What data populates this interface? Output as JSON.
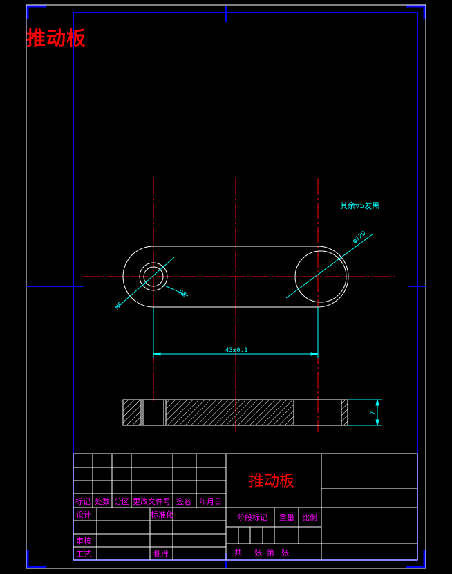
{
  "drawing_title": "推动板",
  "colors": {
    "background": "#000000",
    "border": "#0000ff",
    "corner_mark": "#0000ff",
    "outline": "#ffffff",
    "center_line": "#ff0000",
    "dimension": "#00ffff",
    "title_block_text": "#ff00ff",
    "title_red": "#ff0000"
  },
  "dimensions": {
    "thread": "M6",
    "radius": "R8",
    "slot_dia": "φ12D",
    "center_distance": "43±0.1",
    "thickness": "7",
    "surface_note": "其余▽5发黑"
  },
  "title_block": {
    "part_name": "推动板",
    "header_row": [
      "标记",
      "处数",
      "分区",
      "更改文件号",
      "签名",
      "年月日"
    ],
    "design_label": "设计",
    "standardization_label": "标准化",
    "review_label": "审核",
    "process_label": "工艺",
    "approve_label": "批准",
    "stage_mark_label": "阶段标记",
    "weight_label": "重量",
    "scale_label": "比例",
    "sheets_total": "共",
    "sheet_unit": "张",
    "sheet_no": "第",
    "sheet_unit2": "张"
  }
}
